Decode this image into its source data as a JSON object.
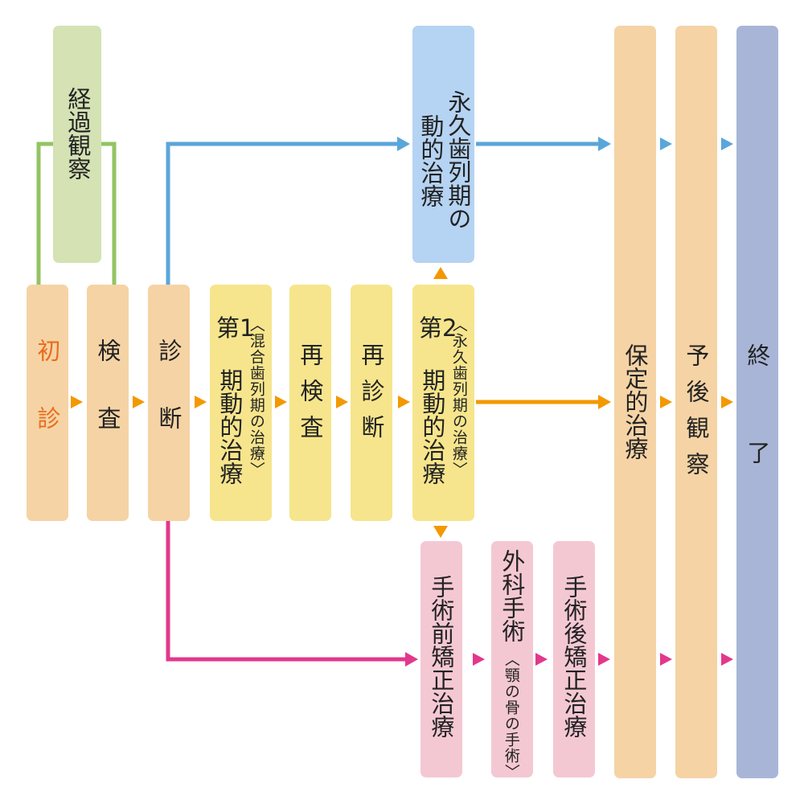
{
  "colors": {
    "green_box": "#d4e2b4",
    "green_line": "#93c463",
    "orange_box": "#f5d3a5",
    "yellow_box": "#f6e58c",
    "blue_box": "#b5d3f2",
    "blue_line": "#5aa6da",
    "pink_box": "#f4c8d3",
    "pink_line": "#e2388c",
    "end_box": "#a8b5d7",
    "arrow": "#f39800",
    "accent_text": "#e86d1c"
  },
  "nodes": {
    "observation": "経過観察",
    "first_visit": "初診",
    "exam": "検査",
    "diagnosis": "診断",
    "phase1": {
      "sub": "〈混合歯列期の治療〉",
      "line1": "第1",
      "line2": "期動的治療"
    },
    "reexam": "再検査",
    "rediagnosis": "再診断",
    "phase2": {
      "sub": "〈永久歯列期の治療〉",
      "line1": "第2",
      "line2": "期動的治療"
    },
    "permanent": {
      "line1": "永久歯列期の",
      "line2": "動的治療"
    },
    "pre_surgery": "手術前矯正治療",
    "surgery": {
      "main": "外科手術",
      "sub": "〈顎の骨の手術〉"
    },
    "post_surgery": "手術後矯正治療",
    "retention": "保定的治療",
    "prognosis": "予後観察",
    "end": "終了"
  }
}
